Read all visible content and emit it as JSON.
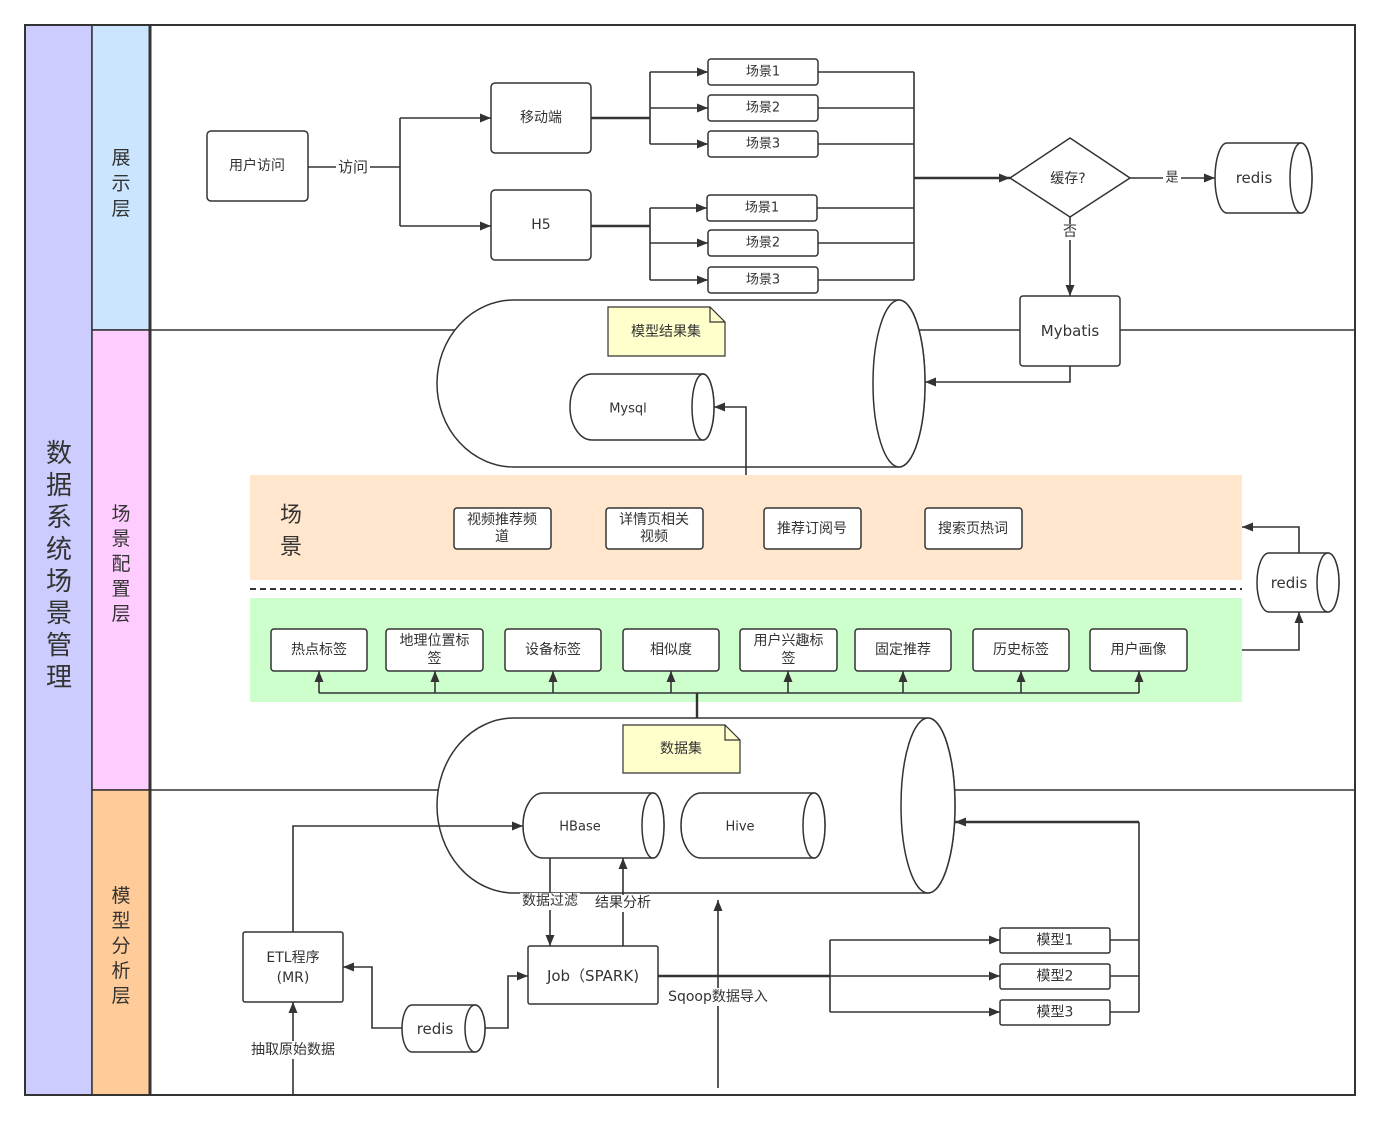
{
  "title": "数据系统场景管理",
  "lanes": {
    "presentation": "展示层",
    "scene_config": "场景配置层",
    "model_analysis": "模型分析层"
  },
  "colors": {
    "title_column": "#CCCCFF",
    "presentation_lane": "#CCE5FF",
    "scene_config_lane": "#FFCCFF",
    "model_analysis_lane": "#FFCC99",
    "scene_band": "#FFE6CC",
    "tag_band": "#CCFFCC",
    "note": "#FFFFCC"
  },
  "presentation": {
    "user_access": "用户访问",
    "access_label": "访问",
    "mobile": "移动端",
    "h5": "H5",
    "mobile_scenes": [
      "场景1",
      "场景2",
      "场景3"
    ],
    "h5_scenes": [
      "场景1",
      "场景2",
      "场景3"
    ],
    "cache_check": "缓存?",
    "yes_label": "是",
    "no_label": "否",
    "cache_store": "redis",
    "mybatis": "Mybatis"
  },
  "results_store": {
    "note": "模型结果集",
    "mysql": "Mysql"
  },
  "scenes": {
    "heading": "场景",
    "items": [
      {
        "lines": [
          "视频推荐频",
          "道"
        ]
      },
      {
        "lines": [
          "详情页相关",
          "视频"
        ]
      },
      {
        "lines": [
          "推荐订阅号"
        ]
      },
      {
        "lines": [
          "搜索页热词"
        ]
      }
    ]
  },
  "tags": {
    "items": [
      {
        "lines": [
          "热点标签"
        ]
      },
      {
        "lines": [
          "地理位置标",
          "签"
        ]
      },
      {
        "lines": [
          "设备标签"
        ]
      },
      {
        "lines": [
          "相似度"
        ]
      },
      {
        "lines": [
          "用户兴趣标",
          "签"
        ]
      },
      {
        "lines": [
          "固定推荐"
        ]
      },
      {
        "lines": [
          "历史标签"
        ]
      },
      {
        "lines": [
          "用户画像"
        ]
      }
    ],
    "cache_store": "redis"
  },
  "dataset": {
    "note": "数据集",
    "hbase": "HBase",
    "hive": "Hive"
  },
  "analysis": {
    "etl_lines": [
      "ETL程序",
      "(MR)"
    ],
    "extract_label": "抽取原始数据",
    "job": "Job（SPARK)",
    "filter_label": "数据过滤",
    "result_label": "结果分析",
    "cache_store": "redis",
    "sqoop_label": "Sqoop数据导入",
    "models": [
      "模型1",
      "模型2",
      "模型3"
    ]
  }
}
